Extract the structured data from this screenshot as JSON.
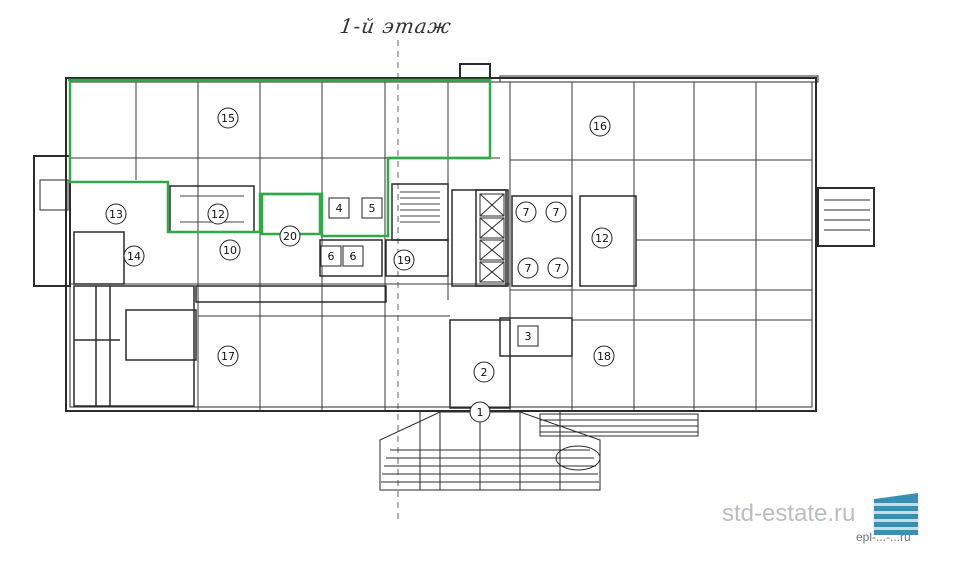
{
  "title": "1-й этаж",
  "watermark": {
    "text": "std-estate.ru",
    "subtext": "ерl-...-...ru"
  },
  "rooms": [
    {
      "id": "r15",
      "label": "15"
    },
    {
      "id": "r16",
      "label": "16"
    },
    {
      "id": "r13",
      "label": "13"
    },
    {
      "id": "r12a",
      "label": "12"
    },
    {
      "id": "r20",
      "label": "20"
    },
    {
      "id": "r4",
      "label": "4"
    },
    {
      "id": "r5",
      "label": "5"
    },
    {
      "id": "r7a",
      "label": "7"
    },
    {
      "id": "r7b",
      "label": "7"
    },
    {
      "id": "r7c",
      "label": "7"
    },
    {
      "id": "r7d",
      "label": "7"
    },
    {
      "id": "r12b",
      "label": "12"
    },
    {
      "id": "r14",
      "label": "14"
    },
    {
      "id": "r10",
      "label": "10"
    },
    {
      "id": "r6a",
      "label": "6"
    },
    {
      "id": "r6b",
      "label": "6"
    },
    {
      "id": "r19",
      "label": "19"
    },
    {
      "id": "r3",
      "label": "3"
    },
    {
      "id": "r17",
      "label": "17"
    },
    {
      "id": "r2",
      "label": "2"
    },
    {
      "id": "r18",
      "label": "18"
    },
    {
      "id": "r1",
      "label": "1"
    }
  ],
  "colors": {
    "wall": "#2b2b2b",
    "highlight": "#33a84a",
    "logo": "#3a8fb5"
  }
}
